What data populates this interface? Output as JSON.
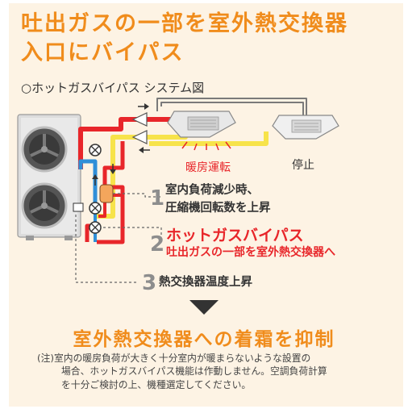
{
  "header": {
    "title_line1": "吐出ガスの一部を室外熱交換器",
    "title_line2": "入口にバイパス",
    "subtitle": "○ホットガスバイパス システム図"
  },
  "diagram": {
    "label_heating": "暖房運転",
    "label_stopped": "停止",
    "steps": [
      {
        "num": "1",
        "line1": "室内負荷減少時、",
        "line2": "圧縮機回転数を上昇"
      },
      {
        "num": "2",
        "line1": "ホットガスバイパス",
        "line2": "吐出ガスの一部を室外熱交換器へ"
      },
      {
        "num": "3",
        "line1": "熱交換器温度上昇"
      }
    ]
  },
  "conclusion": "室外熱交換器への着霜を抑制",
  "note": {
    "line1": "(注)室内の暖房負荷が大きく十分室内が暖まらないような設置の",
    "line2": "場合、ホットガスバイパス機能は作動しません。空調負荷計算",
    "line3": "を十分ご検討の上、機種選定してください。"
  },
  "colors": {
    "accent": "#f08c1c",
    "background": "#fdf3e4",
    "hot_pipe": "#e8262a",
    "warm_pipe": "#f7e34a",
    "cool_pipe": "#2f8fd8"
  }
}
